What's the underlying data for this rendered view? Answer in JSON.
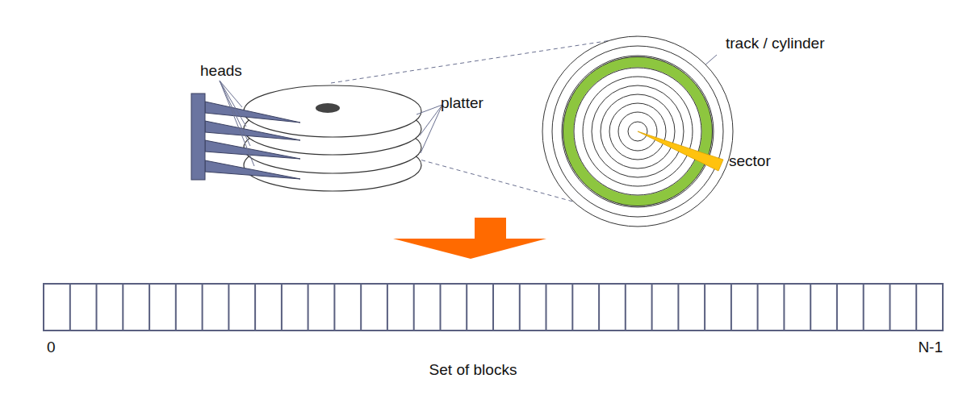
{
  "diagram": {
    "labels": [
      "heads",
      "platter",
      "track / cylinder",
      "sector",
      "0",
      "N-1",
      "Set of blocks"
    ]
  }
}
